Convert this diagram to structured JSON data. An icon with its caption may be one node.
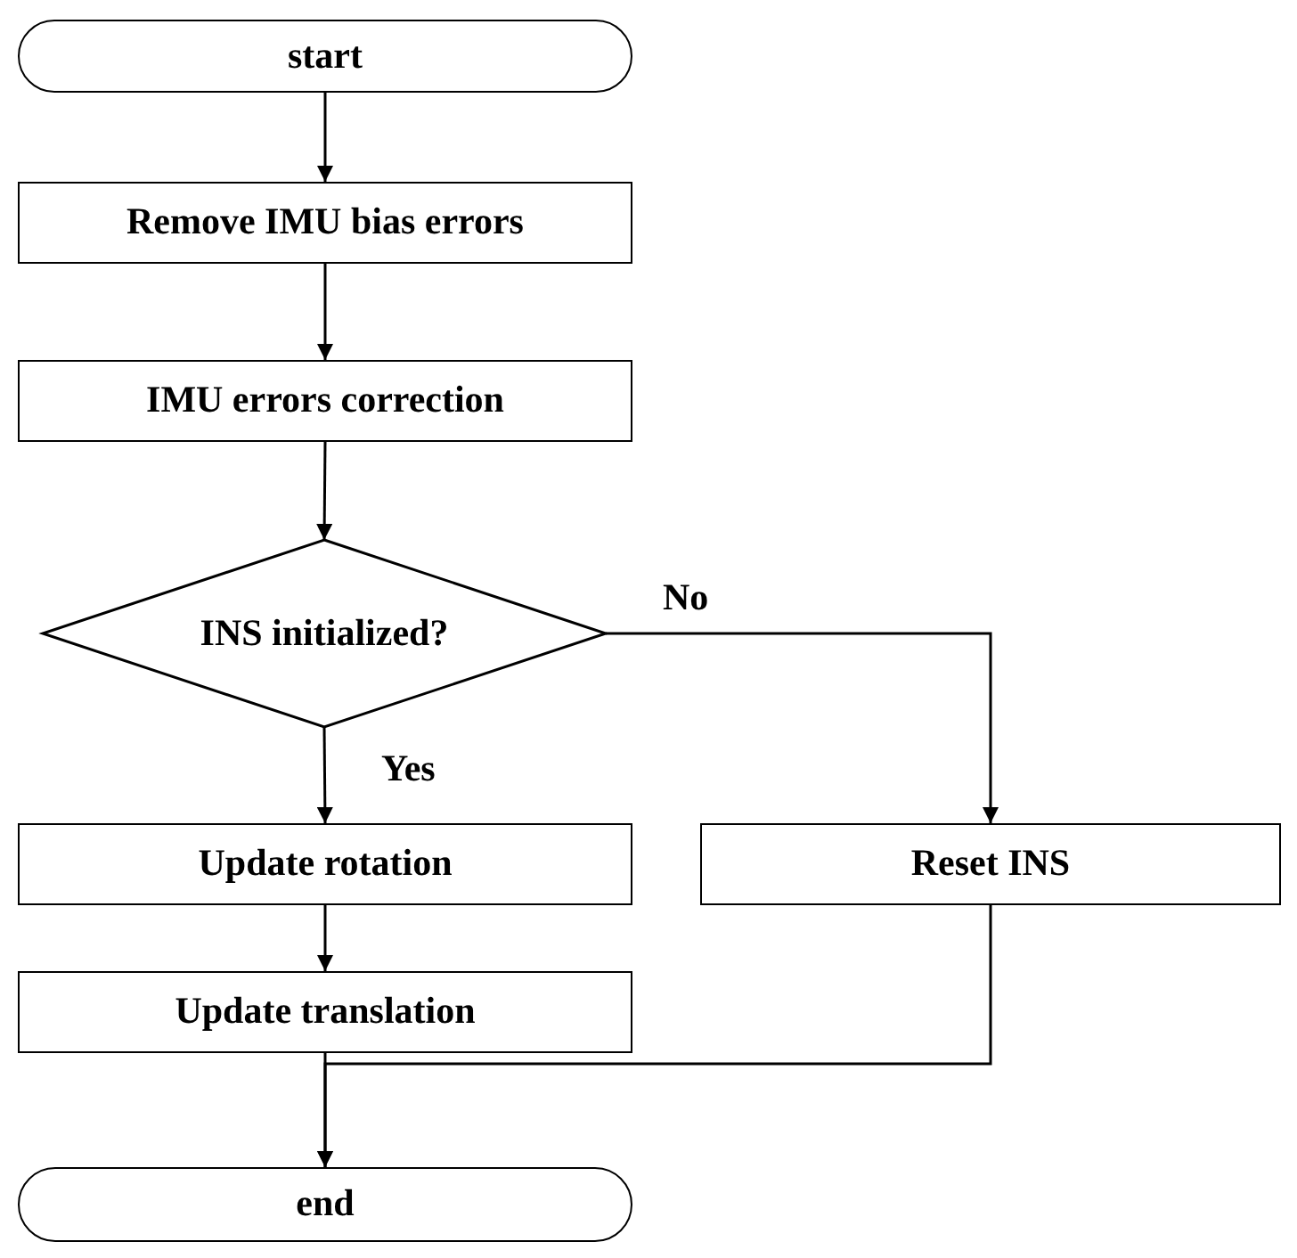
{
  "diagram": {
    "nodes": [
      {
        "text": [
          "start"
        ]
      },
      {
        "text": [
          "Remove IMU bias errors"
        ]
      },
      {
        "text": [
          "IMU errors correction"
        ]
      },
      {
        "text": [
          "INS initialized?"
        ]
      },
      {
        "text": [
          "Update rotation"
        ]
      },
      {
        "text": [
          "Reset INS"
        ]
      },
      {
        "text": [
          "Update translation"
        ]
      },
      {
        "text": [
          "end"
        ]
      }
    ],
    "edges": [
      {
        "from": 0,
        "to": 1,
        "arrow": "to"
      },
      {
        "from": 1,
        "to": 2,
        "arrow": "to"
      },
      {
        "from": 2,
        "to": 3,
        "arrow": "to"
      },
      {
        "from": 3,
        "to": 4,
        "arrow": "to",
        "label": "Yes"
      },
      {
        "from": 3,
        "to": 5,
        "arrow": "to",
        "label": "No"
      },
      {
        "from": 4,
        "to": 6,
        "arrow": "to"
      },
      {
        "from": 6,
        "to": 7,
        "arrow": "to"
      },
      {
        "from": 5,
        "to": 7,
        "arrow": "to"
      }
    ]
  }
}
